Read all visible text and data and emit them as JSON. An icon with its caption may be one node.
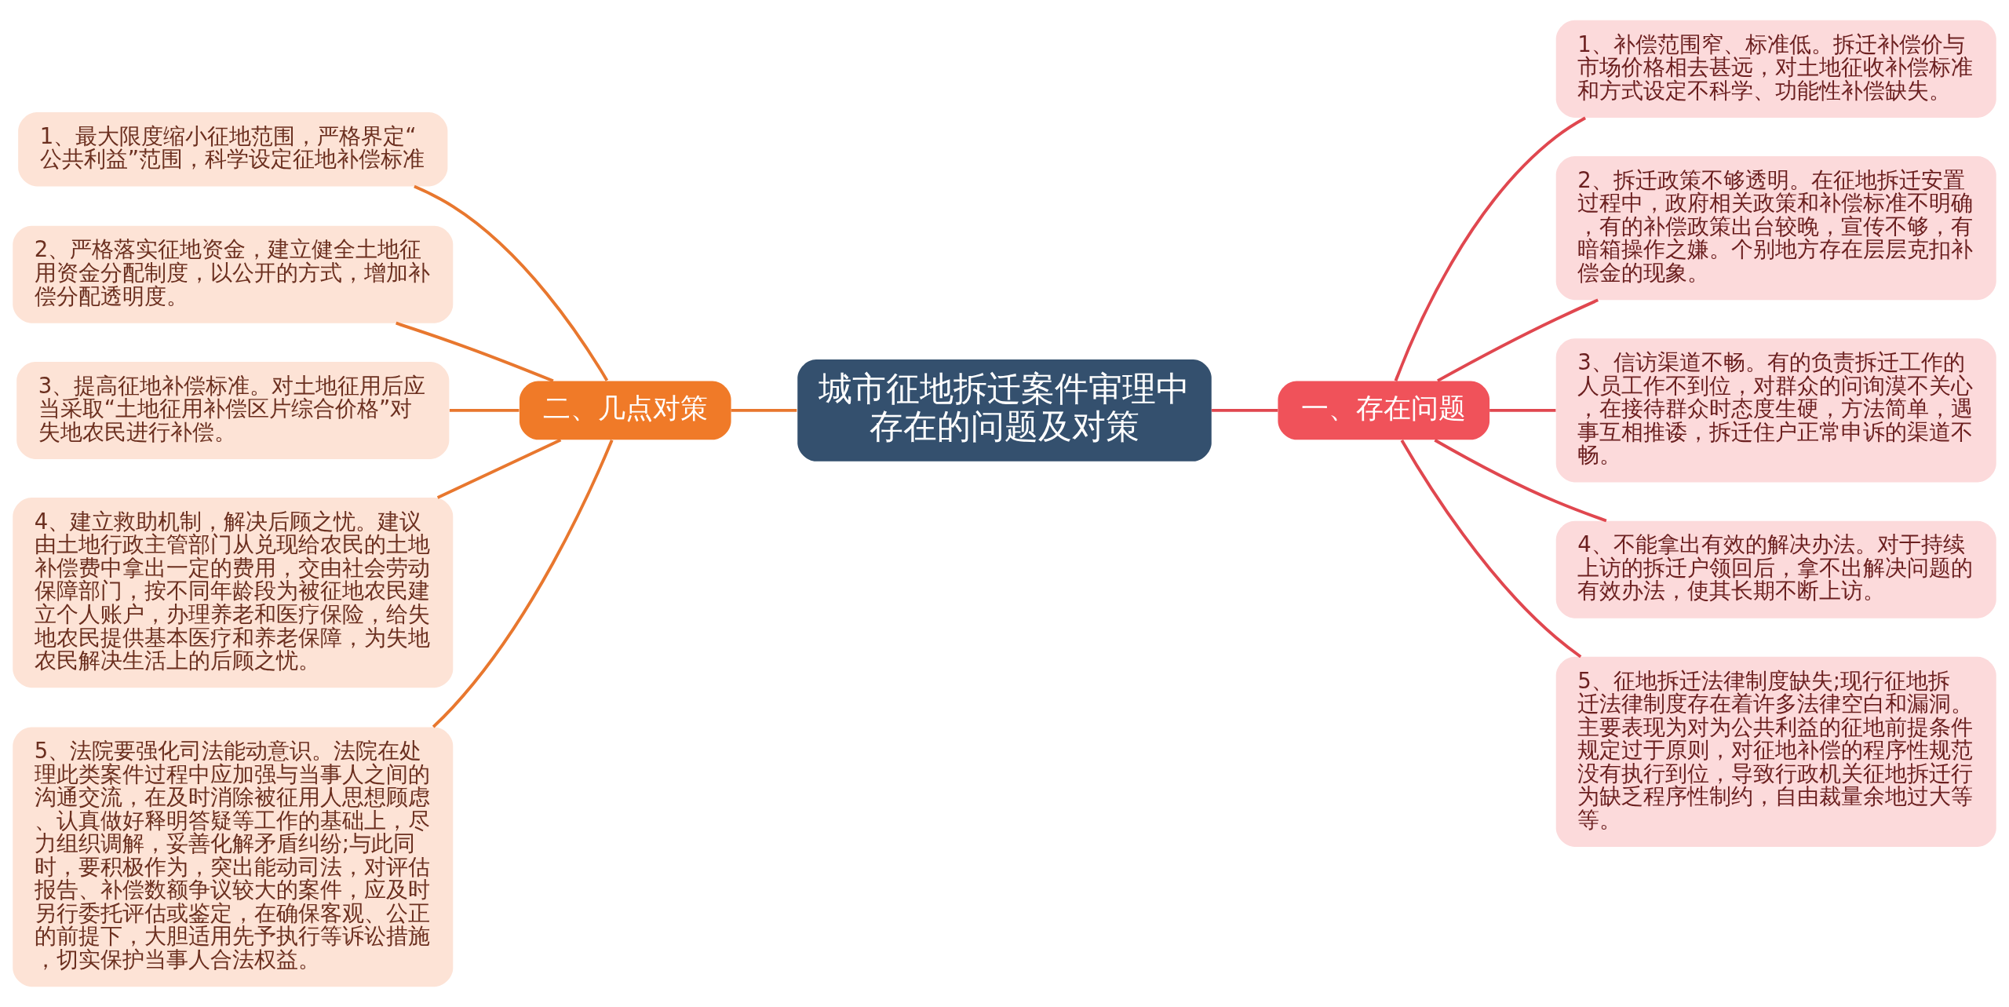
{
  "diagram": {
    "nodes": [
      {
        "text": [
          "城市征地拆迁案件审理中存在的问题及对策"
        ]
      },
      {
        "text": [
          "一、存在问题"
        ]
      },
      {
        "text": [
          "1、补偿范围窄、标准低。拆迁补偿价与市场价格相去甚远，对土地征收补偿标准和方式设定不科学、功能性补偿缺失。"
        ]
      },
      {
        "text": [
          "2、拆迁政策不够透明。在征地拆迁安置过程中，政府相关政策和补偿标准不明确，有的补偿政策出台较晚，宣传不够，有暗箱操作之嫌。个别地方存在层层克扣补偿金的现象。"
        ]
      },
      {
        "text": [
          "3、信访渠道不畅。有的负责拆迁工作的人员工作不到位，对群众的问询漠不关心，在接待群众时态度生硬，方法简单，遇事互相推诿，拆迁住户正常申诉的渠道不畅。"
        ]
      },
      {
        "text": [
          "4、不能拿出有效的解决办法。对于持续上访的拆迁户领回后，拿不出解决问题的有效办法，使其长期不断上访。"
        ]
      },
      {
        "text": [
          "5、征地拆迁法律制度缺失;现行征地拆迁法律制度存在着许多法律空白和漏洞。主要表现为对为公共利益的征地前提条件规定过于原则，对征地补偿的程序性规范没有执行到位，导致行政机关征地拆迁行为缺乏程序性制约，自由裁量余地过大等等。"
        ]
      },
      {
        "text": [
          "二、几点对策"
        ]
      },
      {
        "text": [
          "1、最大限度缩小征地范围，严格界定“公共利益”范围，科学设定征地补偿标准"
        ]
      },
      {
        "text": [
          "2、严格落实征地资金，建立健全土地征用资金分配制度，以公开的方式，增加补偿分配透明度。"
        ]
      },
      {
        "text": [
          "3、提高征地补偿标准。对土地征用后应当采取“土地征用补偿区片综合价格”对失地农民进行补偿。"
        ]
      },
      {
        "text": [
          "4、建立救助机制，解决后顾之忧。建议由土地行政主管部门从兑现给农民的土地补偿费中拿出一定的费用，交由社会劳动保障部门，按不同年龄段为被征地农民建立个人账户，办理养老和医疗保险，给失地农民提供基本医疗和养老保障，为失地农民解决生活上的后顾之忧。"
        ]
      },
      {
        "text": [
          "5、法院要强化司法能动意识。法院在处理此类案件过程中应加强与当事人之间的沟通交流，在及时消除被征用人思想顾虑、认真做好释明答疑等工作的基础上，尽力组织调解，妥善化解矛盾纠纷;与此同时，要积极作为，突出能动司法，对评估报告、补偿数额争议较大的案件，应及时另行委托评估或鉴定，在确保客观、公正的前提下，大胆适用先予执行等诉讼措施，切实保护当事人合法权益。"
        ]
      }
    ],
    "edges": [
      {
        "from": 0,
        "to": 1,
        "arrow": "none",
        "color": "#e0474f"
      },
      {
        "from": 1,
        "to": 2,
        "arrow": "none",
        "color": "#e0474f"
      },
      {
        "from": 1,
        "to": 3,
        "arrow": "none",
        "color": "#e0474f"
      },
      {
        "from": 1,
        "to": 4,
        "arrow": "none",
        "color": "#e0474f"
      },
      {
        "from": 1,
        "to": 5,
        "arrow": "none",
        "color": "#e0474f"
      },
      {
        "from": 1,
        "to": 6,
        "arrow": "none",
        "color": "#e0474f"
      },
      {
        "from": 0,
        "to": 7,
        "arrow": "none",
        "color": "#e8772e"
      },
      {
        "from": 7,
        "to": 8,
        "arrow": "none",
        "color": "#e8772e"
      },
      {
        "from": 7,
        "to": 9,
        "arrow": "none",
        "color": "#e8772e"
      },
      {
        "from": 7,
        "to": 10,
        "arrow": "none",
        "color": "#e8772e"
      },
      {
        "from": 7,
        "to": 11,
        "arrow": "none",
        "color": "#e8772e"
      },
      {
        "from": 7,
        "to": 12,
        "arrow": "none",
        "color": "#e8772e"
      }
    ]
  }
}
